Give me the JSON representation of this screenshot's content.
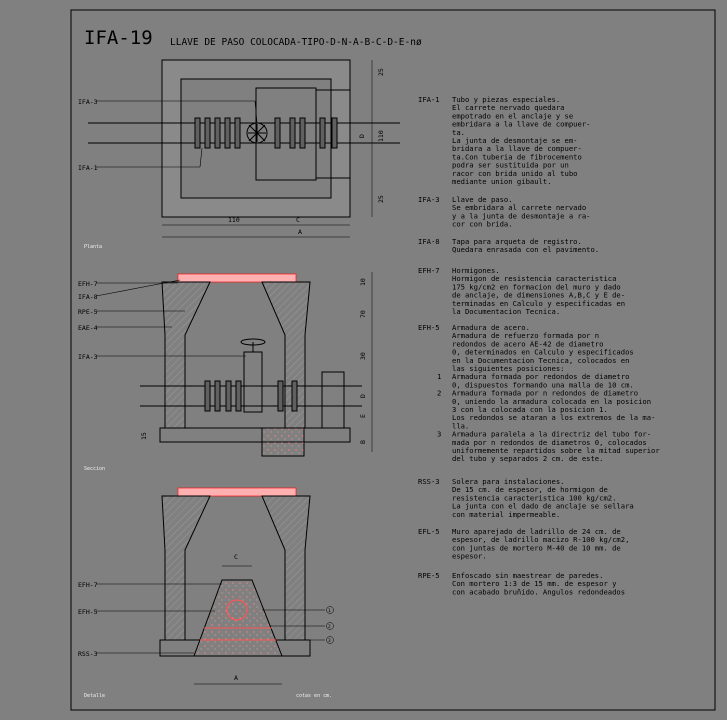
{
  "title": {
    "code": "IFA-19",
    "text": "LLAVE DE PASO COLOCADA-TIPO-D-N-A-B-C-D-E-nø"
  },
  "views": {
    "planta": {
      "caption": "Planta",
      "labels": [
        "IFA-3",
        "IFA-1"
      ],
      "dims_h": [
        "110",
        "C",
        "A"
      ],
      "dims_v": [
        "25",
        "110",
        "D",
        "25"
      ]
    },
    "seccion": {
      "caption": "Seccion",
      "labels": [
        "EFH-7",
        "IFA-8",
        "RPE-5",
        "EAE-4",
        "IFA-3"
      ],
      "dims_v": [
        "10",
        "70",
        "30",
        "D",
        "E",
        "B"
      ],
      "dim_base": "15"
    },
    "detalle": {
      "caption": "Detalle",
      "labels": [
        "EFH-7",
        "EFH-5",
        "RSS-3"
      ],
      "dims": [
        "C",
        "A"
      ],
      "refs": [
        "1",
        "2",
        "3"
      ],
      "footer": "cotas en cm."
    }
  },
  "notes": [
    {
      "code": "IFA-1",
      "lines": [
        "Tubo y piezas especiales.",
        "El carrete nervado quedara",
        "empotrado en el anclaje y se",
        "embridara a la llave de compuer-",
        "ta.",
        "La junta de desmontaje se em-",
        "bridara a la llave de compuer-",
        "ta.Con tuberia de fibrocemento",
        "podra ser sustituida por un",
        "racor con brida unido al tubo",
        "mediante union gibault."
      ]
    },
    {
      "code": "IFA-3",
      "lines": [
        "Llave de paso.",
        "Se embridara al carrete nervado",
        "y a la junta de desmontaje a ra-",
        "cor con brida."
      ]
    },
    {
      "code": "IFA-8",
      "lines": [
        "Tapa para arqueta de registro.",
        "Quedara enrasada con el pavimento."
      ]
    },
    {
      "code": "EFH-7",
      "lines": [
        "Hormigones.",
        "Hormigon de resistencia caracteristica",
        "175 kg/cm2 en formacion del muro y dado",
        "de anclaje, de dimensiones A,B,C y E de-",
        "terminadas en Calculo y especificadas en",
        "la Documentacion Tecnica."
      ]
    },
    {
      "code": "EFH-5",
      "lines": [
        "Armadura de acero.",
        "Armadura de refuerzo formada por n",
        "redondos de acero AE-42 de diametro",
        "0, determinados en Calculo y especificados",
        "en la Documentacion Tecnica, colocados en",
        "las siguientes posiciones:"
      ],
      "items": [
        {
          "n": "1",
          "lines": [
            "Armadura formada por redondos de diametro",
            "0, dispuestos formando una malla de 10 cm."
          ]
        },
        {
          "n": "2",
          "lines": [
            "Armadura formada por n redondos de diametro",
            "0, uniendo la armadura colocada en la posicion",
            "3 con la colocada con la posicion 1.",
            "Los redondos se ataran a los extremos de la ma-",
            "lla."
          ]
        },
        {
          "n": "3",
          "lines": [
            "Armadura paralela a la directriz del tubo for-",
            "mada por n redondos de diametros 0, colocados",
            "uniformemente repartidos sobre la mitad superior",
            "del tubo y separados 2 cm. de este."
          ]
        }
      ]
    },
    {
      "code": "RSS-3",
      "lines": [
        "Solera para instalaciones.",
        "De 15 cm. de espesor, de hormigon de",
        "resistencia caracteristica 100 kg/cm2.",
        "La junta con el dado de anclaje se sellara",
        "con material impermeable."
      ]
    },
    {
      "code": "EFL-5",
      "lines": [
        "Muro aparejado de ladrillo de 24 cm. de",
        "espesor, de ladrillo macizo R-100 kg/cm2,",
        "con juntas de mortero M-40 de 10 mm. de",
        "espesor."
      ]
    },
    {
      "code": "RPE-5",
      "lines": [
        "Enfoscado sin maestrear de paredes.",
        "Con mortero 1:3 de 15 mm. de espesor y",
        "con acabado bruñido. Angulos redondeados"
      ]
    }
  ],
  "colors": {
    "background": "#808080",
    "line": "#000000",
    "rebar": "#ff5a5a",
    "hatch": "#c8c8c8"
  }
}
